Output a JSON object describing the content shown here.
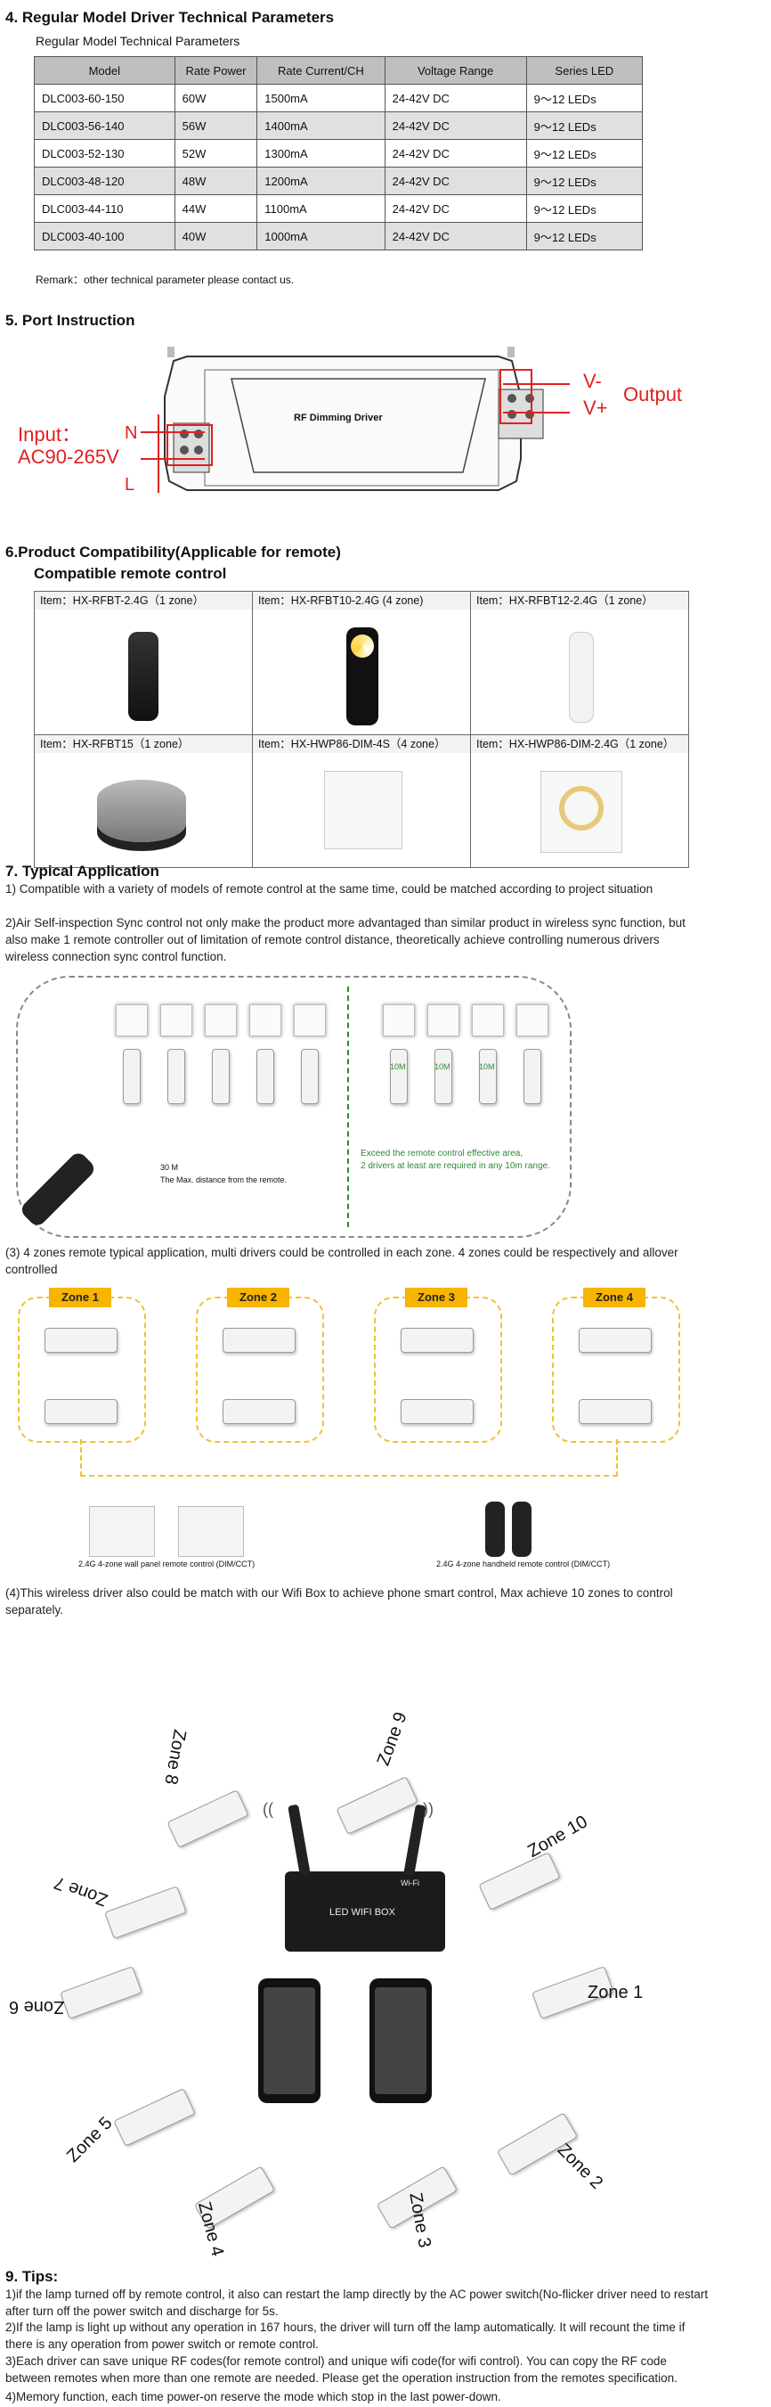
{
  "sec4": {
    "title": "4. Regular Model Driver Technical Parameters",
    "subtitle": "Regular Model Technical Parameters",
    "headers": [
      "Model",
      "Rate Power",
      "Rate Current/CH",
      "Voltage Range",
      "Series LED"
    ],
    "rows": [
      [
        "DLC003-60-150",
        "60W",
        "1500mA",
        "24-42V DC",
        "9～12 LEDs"
      ],
      [
        "DLC003-56-140",
        "56W",
        "1400mA",
        "24-42V DC",
        "9～12 LEDs"
      ],
      [
        "DLC003-52-130",
        "52W",
        "1300mA",
        "24-42V DC",
        "9～12 LEDs"
      ],
      [
        "DLC003-48-120",
        "48W",
        "1200mA",
        "24-42V DC",
        "9～12 LEDs"
      ],
      [
        "DLC003-44-110",
        "44W",
        "1100mA",
        "24-42V DC",
        "9～12 LEDs"
      ],
      [
        "DLC003-40-100",
        "40W",
        "1000mA",
        "24-42V DC",
        "9～12 LEDs"
      ]
    ],
    "remark": "Remark：other technical parameter please contact us."
  },
  "sec5": {
    "title": "5. Port Instruction",
    "driver_label": "RF  Dimming Driver",
    "input_label": "Input：",
    "input_voltage": "AC90-265V",
    "n": "N",
    "l": "L",
    "vminus": "V-",
    "vplus": "V+",
    "output": "Output"
  },
  "sec6": {
    "title": "6.Product Compatibility(Applicable for remote)",
    "subtitle": "Compatible remote control",
    "items": [
      "Item：HX-RFBT-2.4G（1 zone）",
      "Item：HX-RFBT10-2.4G (4 zone)",
      "Item：HX-RFBT12-2.4G（1 zone）",
      "Item：HX-RFBT15（1 zone）",
      "Item：HX-HWP86-DIM-4S（4 zone）",
      "Item：HX-HWP86-DIM-2.4G（1 zone）"
    ]
  },
  "sec7": {
    "title": "7. Typical Application",
    "p1": "1) Compatible with a variety of models of remote control at the same time, could be matched according to project situation",
    "p2": "2)Air Self-inspection Sync control not only make the product more advantaged than similar product in wireless sync function, but also make 1 remote controller out of limitation of remote control distance, theoretically achieve controlling numerous drivers wireless connection sync control function.",
    "diag1": {
      "dist": "30 M",
      "dist_note": "The  Max. distance from the remote.",
      "ten": "10M",
      "green1": "Exceed the remote control effective area,",
      "green2": "2 drivers at least are required in any 10m range."
    },
    "p3": "(3) 4 zones remote typical application, multi drivers could be controlled in each zone. 4 zones could be respectively and allover controlled",
    "zones": [
      "Zone 1",
      "Zone 2",
      "Zone 3",
      "Zone 4"
    ],
    "cap_left": "2.4G 4-zone wall panel remote control (DIM/CCT)",
    "cap_right": "2.4G 4-zone  handheld remote control (DIM/CCT)",
    "p4": "(4)This wireless driver also could be match with our Wifi Box to achieve phone smart control, Max achieve 10 zones to control separately.",
    "wifi_box": "LED WIFI BOX",
    "wifi_logo": "Wi-Fi",
    "wifi_zones": [
      "Zone 1",
      "Zone 2",
      "Zone 3",
      "Zone 4",
      "Zone 5",
      "Zone 6",
      "Zone 7",
      "Zone 8",
      "Zone 9",
      "Zone 10"
    ]
  },
  "sec9": {
    "title": "9. Tips:",
    "t1": "1)if the lamp turned off by remote control, it also can restart the lamp directly by the AC power switch(No-flicker driver need to restart after turn off the power switch and discharge for 5s.",
    "t2": "2)If the lamp is light up without any operation in 167 hours, the driver will turn off the lamp automatically. It will recount the time if there is any operation from power switch or remote control.",
    "t3": "3)Each driver can save unique RF codes(for remote control) and unique wifi code(for wifi control). You can copy the RF code between remotes when more than one remote are needed. Please get the operation instruction from the remotes specification.",
    "t4": "4)Memory function, each time power-on reserve the mode which stop in the last power-down."
  },
  "colors": {
    "red": "#e02020",
    "zone_yellow": "#f7b500",
    "green_text": "#2e8b2e"
  }
}
